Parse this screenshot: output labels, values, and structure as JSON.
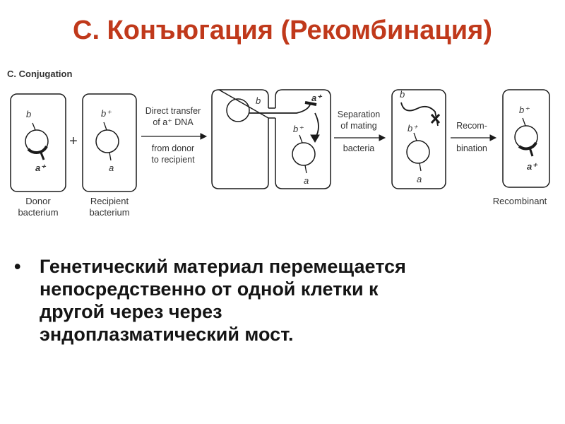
{
  "slide": {
    "title": "С. Конъюгация (Рекомбинация)"
  },
  "diagram": {
    "panel_label": "C. Conjugation",
    "donor": {
      "gene_b": "b",
      "gene_a": "a⁺",
      "caption_1": "Donor",
      "caption_2": "bacterium"
    },
    "plus_sign": "+",
    "recipient": {
      "gene_b": "b⁺",
      "gene_a": "a",
      "caption_1": "Recipient",
      "caption_2": "bacterium"
    },
    "step1": {
      "line1": "Direct transfer",
      "line2": "of a⁺ DNA",
      "line3": "from donor",
      "line4": "to recipient"
    },
    "mating": {
      "donor_gene": "b",
      "transfer_gene": "a⁺",
      "recipient_gene_b": "b⁺",
      "recipient_gene_a": "a"
    },
    "step2": {
      "line1": "Separation",
      "line2": "of mating",
      "line3": "bacteria"
    },
    "separated": {
      "fragment_gene": "b",
      "gene_b": "b⁺",
      "gene_a": "a"
    },
    "step3": {
      "line1": "Recom-",
      "line2": "bination"
    },
    "recombinant": {
      "gene_b": "b⁺",
      "gene_a": "a⁺",
      "caption": "Recombinant"
    }
  },
  "bullets": [
    {
      "symbol": "•",
      "lines": [
        "Генетический материал перемещается",
        "непосредственно от одной клетки к",
        "другой через через",
        "эндоплазматический мост."
      ]
    }
  ],
  "colors": {
    "title": "#c0391b",
    "ink": "#1a1a1a",
    "diagram_text": "#333333"
  }
}
